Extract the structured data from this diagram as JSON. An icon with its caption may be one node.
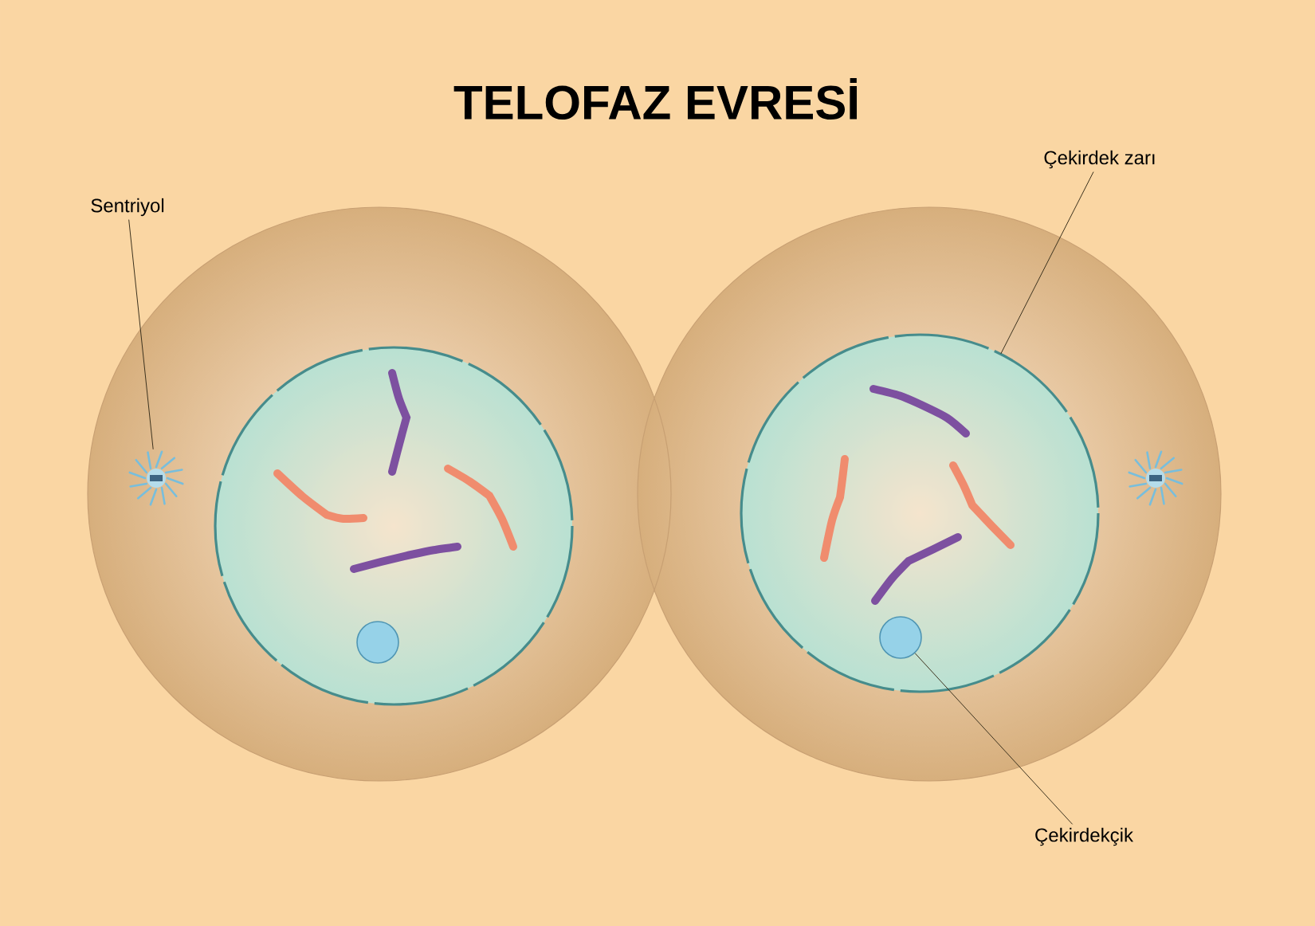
{
  "diagram": {
    "title": "TELOFAZ EVRESİ",
    "nodes": [
      {
        "text": [
          "Sentriyol"
        ]
      },
      {
        "text": [],
        "shape": "picture"
      },
      {
        "text": [
          "Çekirdek zarı"
        ]
      },
      {
        "text": [],
        "shape": "circle"
      },
      {
        "text": [
          "Çekirdekçik"
        ]
      },
      {
        "text": [],
        "shape": "circle",
        "in": 3
      }
    ],
    "edges": [
      {
        "from": 0,
        "to": 1,
        "arrow": "none"
      },
      {
        "from": 2,
        "to": 3,
        "arrow": "none"
      },
      {
        "from": 4,
        "to": 5,
        "arrow": "none"
      }
    ]
  }
}
